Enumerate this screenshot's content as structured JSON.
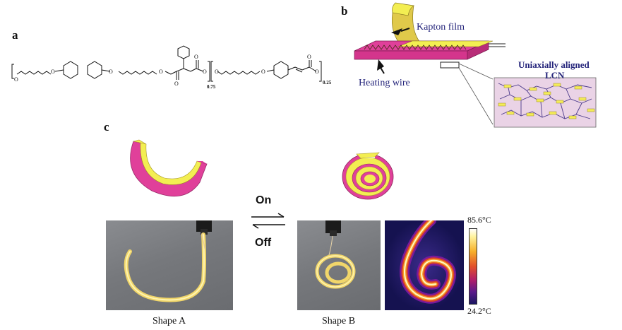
{
  "panels": {
    "a": {
      "label": "a"
    },
    "b": {
      "label": "b",
      "kapton": "Kapton film",
      "heating": "Heating wire",
      "lcn_line1": "Uniaxially aligned",
      "lcn_line2": "LCN"
    },
    "c": {
      "label": "c",
      "on": "On",
      "off": "Off",
      "shape_a": "Shape A",
      "shape_b": "Shape B",
      "temp_max": "85.6°C",
      "temp_min": "24.2°C"
    }
  },
  "chemistry": {
    "sub_075": "0.75",
    "sub_025": "0.25"
  },
  "colors": {
    "magenta": "#e0409a",
    "yellow": "#f3ee52",
    "lcn_bg": "#ead3e6",
    "label_blue": "#23237a"
  }
}
